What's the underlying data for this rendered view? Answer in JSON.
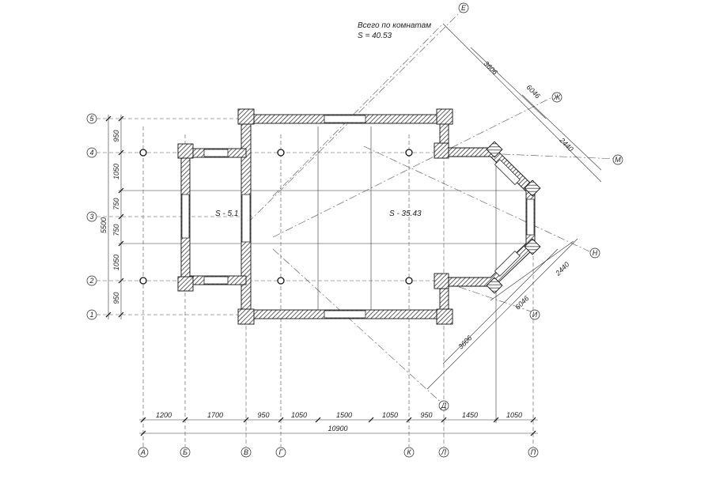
{
  "summary": {
    "title": "Всего по комнатам",
    "area": "S   =  40.53"
  },
  "areas": {
    "vestibule": "S  -  5.1",
    "hall": "S  -  35.43"
  },
  "bottom_dims": {
    "segments": [
      "1200",
      "1700",
      "950",
      "1050",
      "1500",
      "1050",
      "950",
      "1450",
      "1050"
    ],
    "total": "10900"
  },
  "left_dims": {
    "segments": [
      "950",
      "1050",
      "750",
      "750",
      "1050",
      "950"
    ],
    "total": "5500"
  },
  "axes_bottom": [
    "А",
    "Б",
    "В",
    "Г",
    "К",
    "Л",
    "П"
  ],
  "axes_left": [
    "5",
    "4",
    "3",
    "2",
    "1"
  ],
  "axes_diag": [
    "Е",
    "Ж",
    "М",
    "Н",
    "И",
    "Д"
  ],
  "diag_upper": [
    "3606",
    "6046",
    "2440"
  ],
  "diag_lower": [
    "2440",
    "6046",
    "3606"
  ]
}
